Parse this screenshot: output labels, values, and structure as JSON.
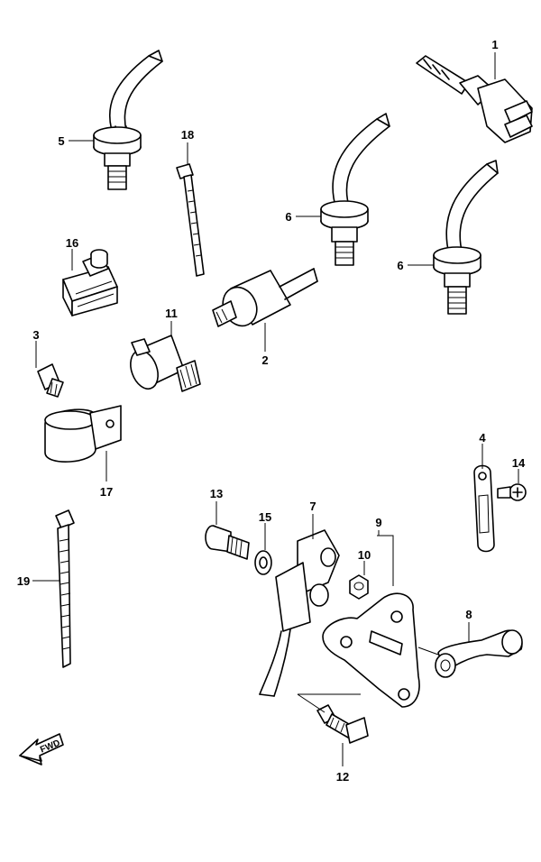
{
  "callouts": {
    "c1": "1",
    "c2": "2",
    "c3": "3",
    "c4": "4",
    "c5": "5",
    "c6a": "6",
    "c6b": "6",
    "c7": "7",
    "c8": "8",
    "c9": "9",
    "c10": "10",
    "c11": "11",
    "c12": "12",
    "c13": "13",
    "c14": "14",
    "c15": "15",
    "c16": "16",
    "c17": "17",
    "c18": "18",
    "c19": "19"
  },
  "fwd_label": "FWD"
}
